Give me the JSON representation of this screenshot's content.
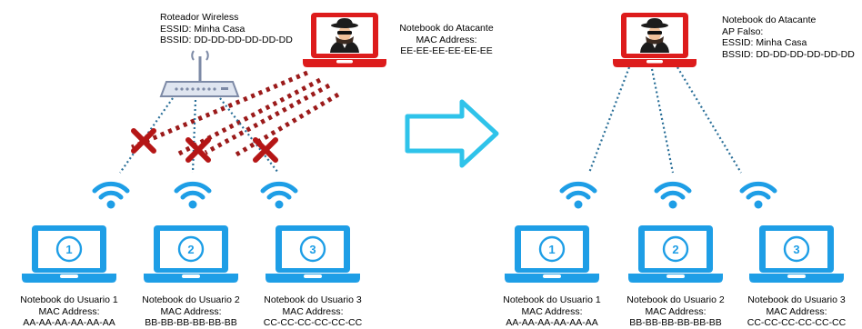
{
  "colors": {
    "laptop_blue": "#1e9ee6",
    "attacker_red": "#dd1c1c",
    "router_gray": "#7d8aa6",
    "link_blue": "#2a6f98",
    "attack_red": "#9b1a1a",
    "arrow_cyan": "#2fc3ea"
  },
  "icons": {
    "victim": "laptop-icon",
    "attacker": "hacker-laptop-icon",
    "router": "wireless-router-icon",
    "wifi": "wifi-icon",
    "blocked": "x-mark-icon",
    "transition": "arrow-right-icon"
  },
  "left": {
    "router": {
      "line1": "Roteador Wireless",
      "line2": "ESSID: Minha Casa",
      "line3": "BSSID: DD-DD-DD-DD-DD-DD"
    },
    "attacker": {
      "line1": "Notebook do Atacante",
      "line2": "MAC Address:",
      "line3": "EE-EE-EE-EE-EE-EE"
    },
    "users": [
      {
        "number": "1",
        "name": "Notebook do Usuario 1",
        "mac_label": "MAC Address:",
        "mac": "AA-AA-AA-AA-AA-AA"
      },
      {
        "number": "2",
        "name": "Notebook do Usuario 2",
        "mac_label": "MAC Address:",
        "mac": "BB-BB-BB-BB-BB-BB"
      },
      {
        "number": "3",
        "name": "Notebook do Usuario 3",
        "mac_label": "MAC Address:",
        "mac": "CC-CC-CC-CC-CC-CC"
      }
    ]
  },
  "right": {
    "attacker": {
      "line1": "Notebook do Atacante",
      "line2": "AP Falso:",
      "line3": "ESSID: Minha Casa",
      "line4": "BSSID: DD-DD-DD-DD-DD-DD"
    },
    "users": [
      {
        "number": "1",
        "name": "Notebook do Usuario 1",
        "mac_label": "MAC Address:",
        "mac": "AA-AA-AA-AA-AA-AA"
      },
      {
        "number": "2",
        "name": "Notebook do Usuario 2",
        "mac_label": "MAC Address:",
        "mac": "BB-BB-BB-BB-BB-BB"
      },
      {
        "number": "3",
        "name": "Notebook do Usuario 3",
        "mac_label": "MAC Address:",
        "mac": "CC-CC-CC-CC-CC-CC"
      }
    ]
  }
}
